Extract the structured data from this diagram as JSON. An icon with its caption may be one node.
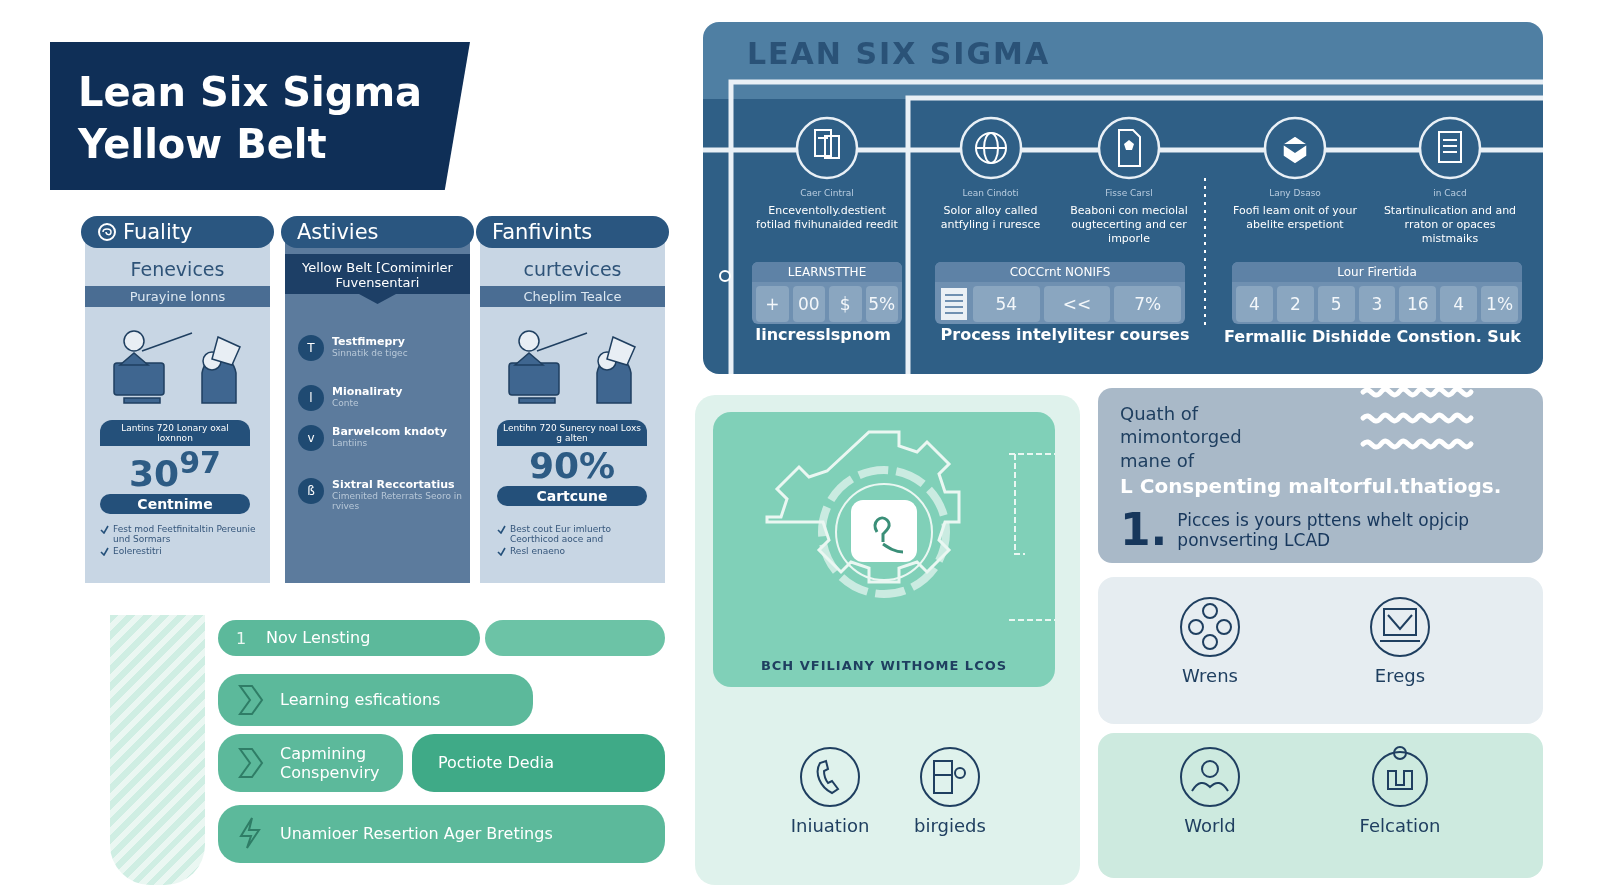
{
  "diagram": {
    "nodes": [
      {
        "text": [
          "Lean Six Sigma Yellow Belt"
        ]
      },
      {
        "text": [
          "Fuality",
          "Fenevices",
          "Purayine lonns"
        ]
      },
      {
        "text": [
          "Lantins 720 Lonary oxal loxnnon",
          "30$^{97}$",
          "Centnime"
        ],
        "in": 1
      },
      {
        "text": [
          "Fest mod Feetfinitaltin Pereunie und Sormars",
          "Eolerestitri"
        ],
        "in": 1
      },
      {
        "text": [
          "Astivies",
          "Yellow Belt [Comimirler Fuvensentari"
        ]
      },
      {
        "text": [
          "T",
          "Testfimepry",
          "Sinnatik de tigec"
        ],
        "in": 4
      },
      {
        "text": [
          "l",
          "Mionaliraty",
          "Conte"
        ],
        "in": 4
      },
      {
        "text": [
          "v",
          "Barwelcom kndoty",
          "Lantiins"
        ],
        "in": 4
      },
      {
        "text": [
          "ß",
          "Sixtral Reccortatius",
          "Cimenited Reterrats Seoro in rvives"
        ],
        "in": 4
      },
      {
        "text": [
          "Fanfivints",
          "curtevices",
          "Cheplim Tealce"
        ]
      },
      {
        "text": [
          "Lentihn 720 Sunercy noal Loxs g alten",
          "90%",
          "Cartcune"
        ],
        "in": 9
      },
      {
        "text": [
          "Best cout Eur imluerto Ceorthicod aoce and",
          "Resl enaeno"
        ],
        "in": 9
      },
      {
        "text": [
          "LEAN SIX SIGMA"
        ]
      },
      {
        "text": [
          "Caer Cintral",
          "Enceventolly.destient fotilad fivihunaided reedit"
        ],
        "in": 12
      },
      {
        "text": [
          "Lean Cindoti",
          "Solor alloy called antfyling i ruresce"
        ],
        "in": 12
      },
      {
        "text": [
          "Fisse Carsl",
          "Beaboni con meciolal ougtecerting and cer imporle"
        ],
        "in": 12
      },
      {
        "text": [
          "Lany Dsaso",
          "Foofi leam onit of your abelite erspetiont"
        ],
        "in": 12
      },
      {
        "text": [
          "in Cacd",
          "Startinulication and and rraton or opaces mistmaiks"
        ],
        "in": 12
      },
      {
        "text": [
          "LEARNSTTHE",
          "+",
          "00",
          "$",
          "5%"
        ],
        "in": 12
      },
      {
        "text": [
          "COCCrnt NONIFS",
          "54",
          "<<",
          "7%"
        ],
        "in": 12
      },
      {
        "text": [
          "Lour Firertida",
          "4",
          "2",
          "5",
          "3",
          "16",
          "4",
          "1%"
        ],
        "in": 12
      },
      {
        "text": [
          "Quath of mimontorged mane of",
          "L Conspenting maltorful.thatiogs.",
          "1.",
          "Picces is yours pttens whelt opjcip ponvserting LCAD"
        ]
      },
      {
        "text": [
          "1",
          "Nov Lensting"
        ]
      },
      {
        "text": [
          "Learning esfications"
        ]
      },
      {
        "text": [
          "Capmining Conspenviry"
        ]
      },
      {
        "text": [
          "Poctiote Dedia"
        ]
      },
      {
        "text": [
          "Unamioer Resertion Ager Bretings"
        ]
      },
      {
        "text": [
          "BCH VFILIANY WITHOME LCOS"
        ]
      },
      {
        "text": [
          "Iniuation"
        ]
      },
      {
        "text": [
          "birgieds"
        ]
      },
      {
        "text": [
          "Wrens"
        ]
      },
      {
        "text": [
          "Eregs"
        ]
      },
      {
        "text": [
          "World"
        ]
      },
      {
        "text": [
          "Felcation"
        ]
      },
      {
        "text": [],
        "shape": "bar"
      },
      {
        "text": [],
        "shape": "box"
      }
    ],
    "labels": [
      "Iincresslspnom",
      "Process intelylitesr courses",
      "Fermallic Dishidde Constion. Suk"
    ]
  }
}
